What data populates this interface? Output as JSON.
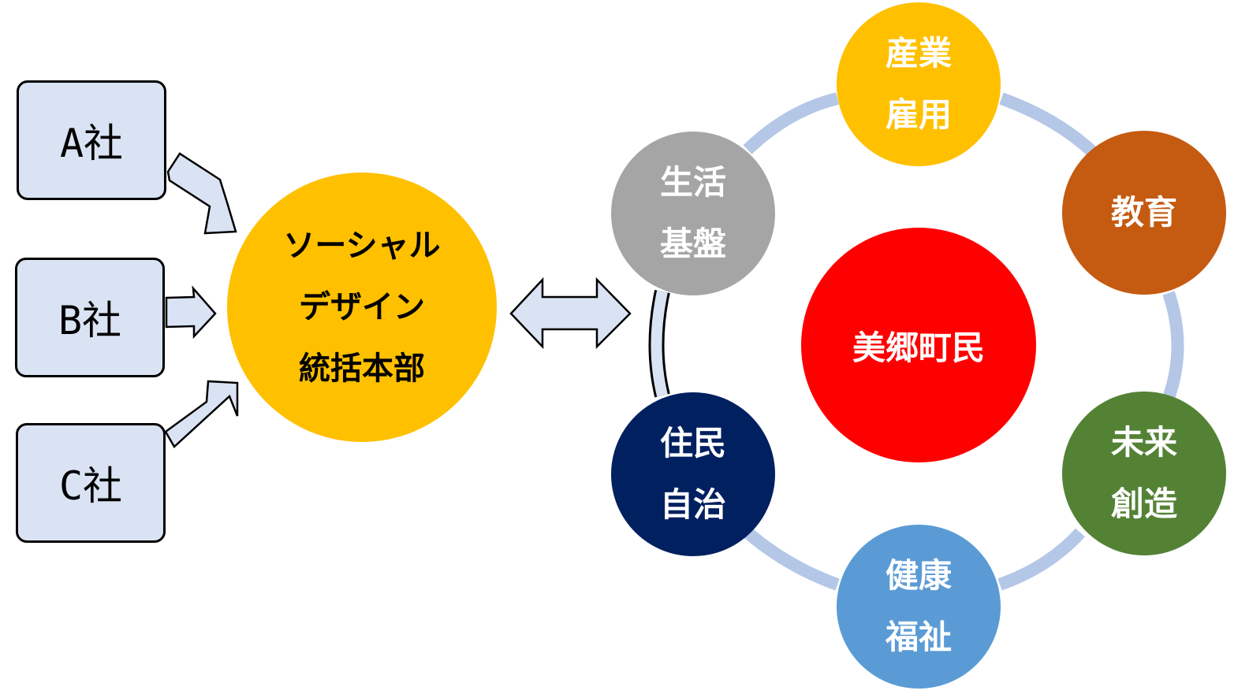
{
  "companies": [
    {
      "label": "A社"
    },
    {
      "label": "B社"
    },
    {
      "label": "C社"
    }
  ],
  "headquarters": {
    "lines": [
      "ソーシャル",
      "デザイン",
      "統括本部"
    ]
  },
  "center": {
    "label": "美郷町民"
  },
  "nodes": [
    {
      "lines": [
        "産業",
        "雇用"
      ],
      "color": "#ffc000"
    },
    {
      "lines": [
        "教育"
      ],
      "color": "#c55a11"
    },
    {
      "lines": [
        "未来",
        "創造"
      ],
      "color": "#548235"
    },
    {
      "lines": [
        "健康",
        "福祉"
      ],
      "color": "#5b9bd5"
    },
    {
      "lines": [
        "住民",
        "自治"
      ],
      "color": "#002060"
    },
    {
      "lines": [
        "生活",
        "基盤"
      ],
      "color": "#a5a5a5"
    }
  ],
  "colors": {
    "arrow_fill": "#dae3f3",
    "ring": "#b4c7e7",
    "hq": "#ffc000",
    "center": "#ff0000"
  }
}
